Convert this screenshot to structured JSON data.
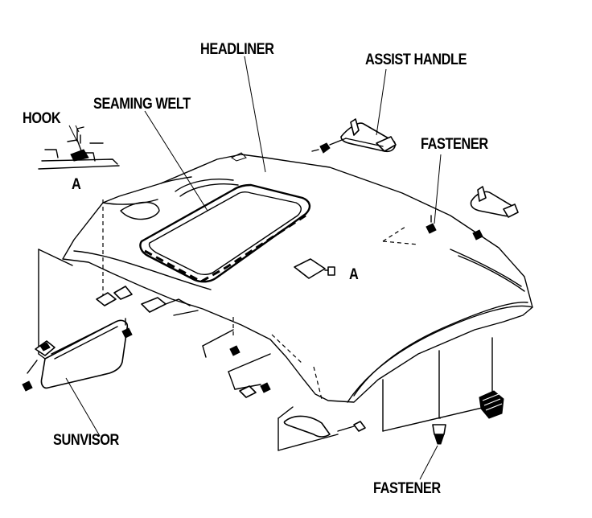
{
  "labels": {
    "headliner": "HEADLINER",
    "assist_handle": "ASSIST HANDLE",
    "hook": "HOOK",
    "seaming_welt": "SEAMING WELT",
    "fastener_top": "FASTENER",
    "detail_a_hook": "A",
    "detail_a_clip": "A",
    "sunvisor": "SUNVISOR",
    "fastener_bottom": "FASTENER"
  },
  "colors": {
    "ink": "#000000",
    "paper": "#ffffff"
  }
}
